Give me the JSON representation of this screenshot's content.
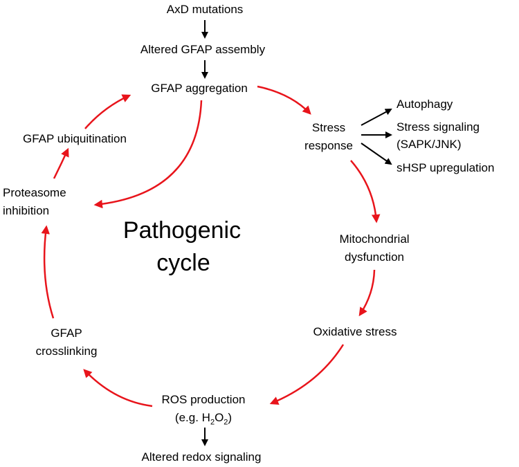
{
  "diagram": {
    "nodes": {
      "axd_mutations": "AxD mutations",
      "altered_assembly": "Altered GFAP assembly",
      "aggregation": "GFAP aggregation",
      "stress_response_1": "Stress",
      "stress_response_2": "response",
      "autophagy": "Autophagy",
      "stress_signaling_1": "Stress signaling",
      "stress_signaling_2": "(SAPK/JNK)",
      "shsp": "sHSP upregulation",
      "mito_1": "Mitochondrial",
      "mito_2": "dysfunction",
      "oxidative": "Oxidative stress",
      "ros_1": "ROS production",
      "ros_2_prefix": "(e.g. H",
      "ros_2_sub1": "2",
      "ros_2_mid": "O",
      "ros_2_sub2": "2",
      "ros_2_suffix": ")",
      "redox": "Altered redox signaling",
      "crosslinking_1": "GFAP",
      "crosslinking_2": "crosslinking",
      "proteasome_1": "Proteasome",
      "proteasome_2": "inhibition",
      "ubiquitination": "GFAP ubiquitination"
    },
    "center": {
      "line1": "Pathogenic",
      "line2": "cycle"
    },
    "colors": {
      "cycle_arrow": "#e8141b",
      "linear_arrow": "#000000",
      "text": "#000000"
    }
  }
}
